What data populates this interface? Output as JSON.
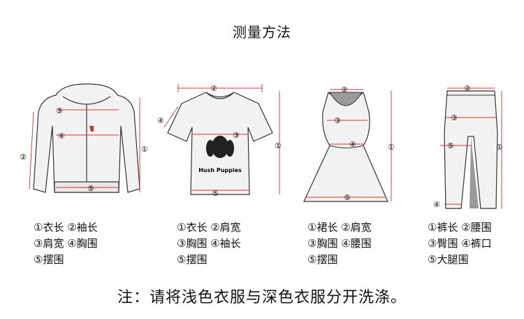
{
  "title": "测量方法",
  "garments": [
    {
      "name": "jacket",
      "legend": [
        "①衣长 ②袖长",
        "③肩宽 ④胸围",
        "⑤摆围"
      ],
      "markers": [
        "③",
        "④",
        "②",
        "⑤",
        "①"
      ]
    },
    {
      "name": "tshirt",
      "legend": [
        "①衣长 ②肩宽",
        "③胸围 ④袖长",
        "⑤摆围"
      ],
      "markers": [
        "②",
        "④",
        "③",
        "①",
        "⑤"
      ],
      "brand": "Hush Puppies"
    },
    {
      "name": "dress",
      "legend": [
        "①裙长 ②肩宽",
        "③胸围 ④腰围",
        "⑤摆围"
      ],
      "markers": [
        "②",
        "③",
        "④",
        "①",
        "⑤"
      ]
    },
    {
      "name": "pants",
      "legend": [
        "①裤长 ②腰围",
        "③臀围 ④裤口",
        "⑤大腿围"
      ],
      "markers": [
        "②",
        "③",
        "⑤",
        "①",
        "④"
      ]
    }
  ],
  "note": "注：请将浅色衣服与深色衣服分开洗涤。",
  "colors": {
    "measure_line": "#d9302c",
    "outline": "#333333",
    "fill": "#f2f2f2"
  }
}
